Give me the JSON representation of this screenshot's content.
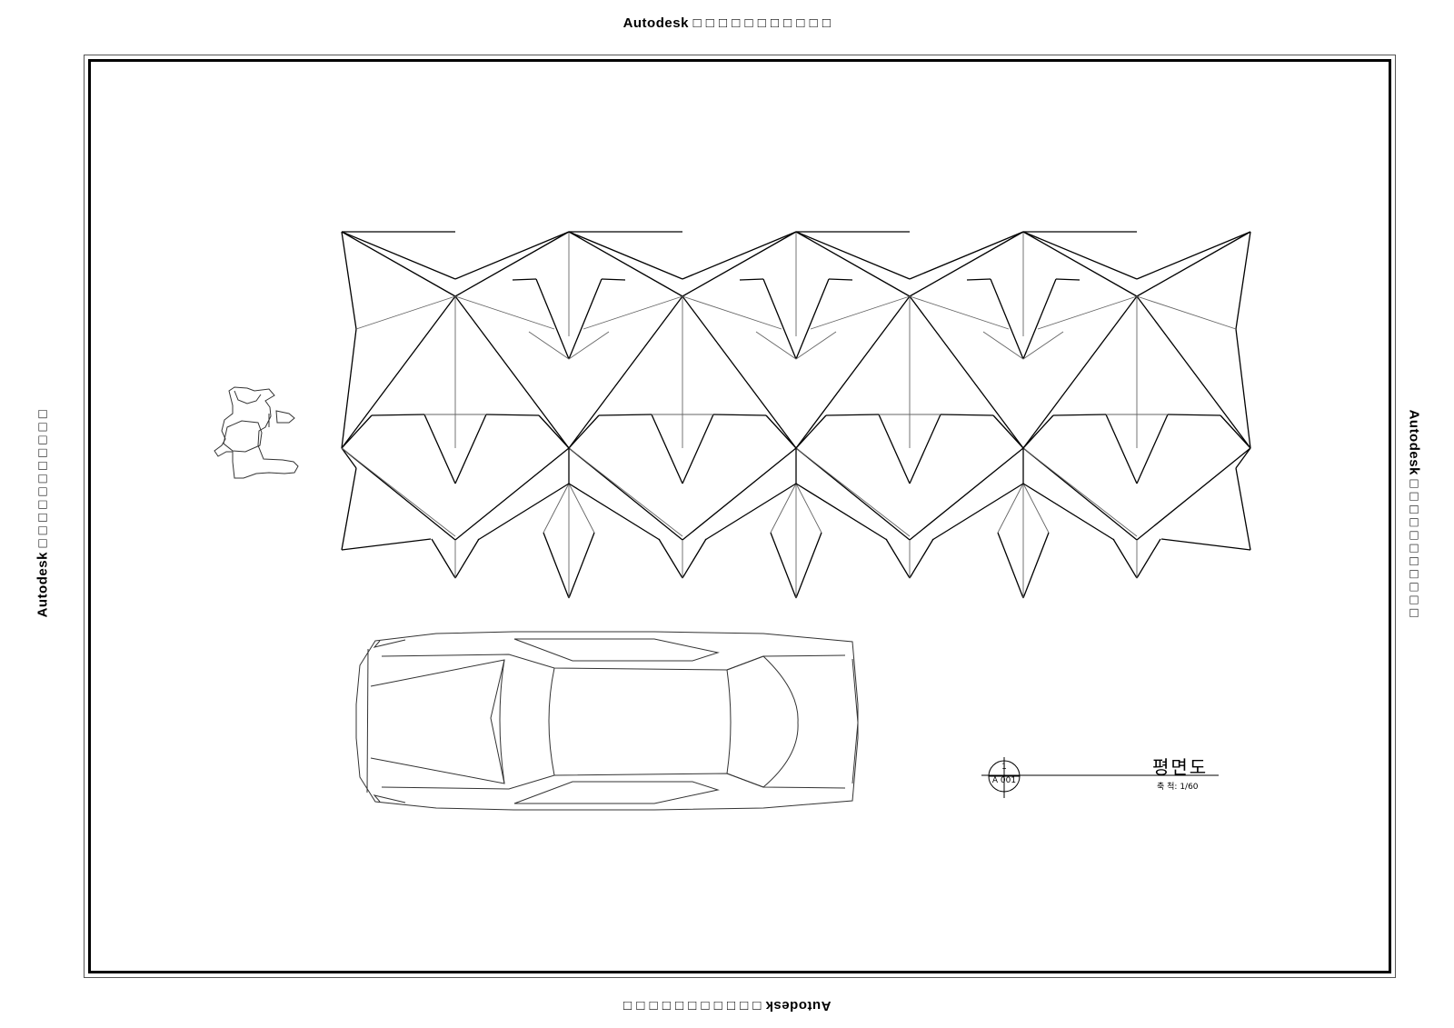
{
  "watermark": {
    "text": "Autodesk □ □ □  □ □ □  □ □  □ □ □",
    "left_text": "Autodesk □ □ □  □ □ □  □ □  □ □ □"
  },
  "view": {
    "title": "평면도",
    "scale_label": "축 척: 1/60",
    "bubble_number": "1",
    "bubble_sheet": "A 001"
  },
  "colors": {
    "line": "#000000",
    "thin_line": "#555555",
    "background": "#ffffff"
  }
}
